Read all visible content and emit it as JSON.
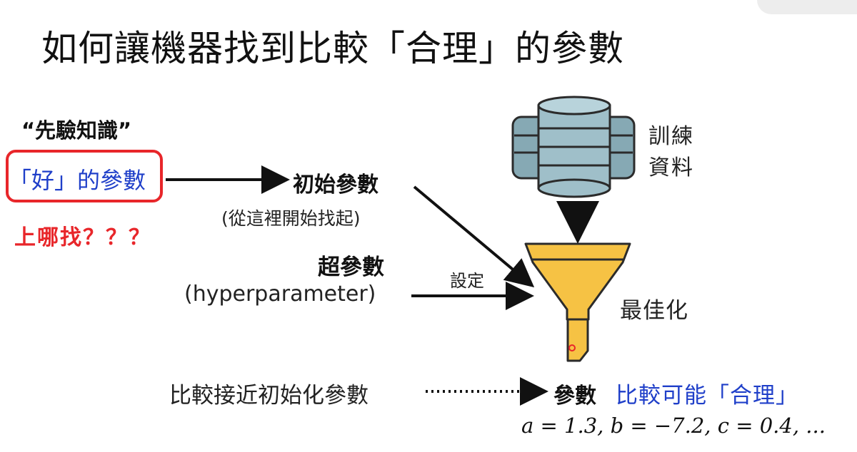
{
  "title": "如何讓機器找到比較「合理」的參數",
  "prior_knowledge": {
    "label": "“先驗知識”",
    "good_params": "「好」的參數",
    "where_to_find": "上哪找？？？"
  },
  "initial_params": {
    "label": "初始參數",
    "sublabel": "(從這裡開始找起)"
  },
  "hyperparams": {
    "label": "超參數",
    "sublabel": "(hyperparameter)",
    "arrow_label": "設定"
  },
  "training_data": {
    "line1": "訓練",
    "line2": "資料",
    "icon": "database-icon"
  },
  "optimization": {
    "label": "最佳化",
    "icon": "funnel-icon"
  },
  "result": {
    "compare_text": "比較接近初始化參數",
    "param_label": "參數",
    "reasonable_text": "比較可能「合理」",
    "example_values": "a = 1.3, b = −7.2, c = 0.4, ..."
  },
  "colors": {
    "highlight_red": "#e8262a",
    "text_blue": "#1f3fc9",
    "database_fill": "#9fbfc9",
    "database_stroke": "#2b2b2b",
    "funnel_fill": "#f6c244",
    "funnel_stroke": "#2b2b2b"
  }
}
